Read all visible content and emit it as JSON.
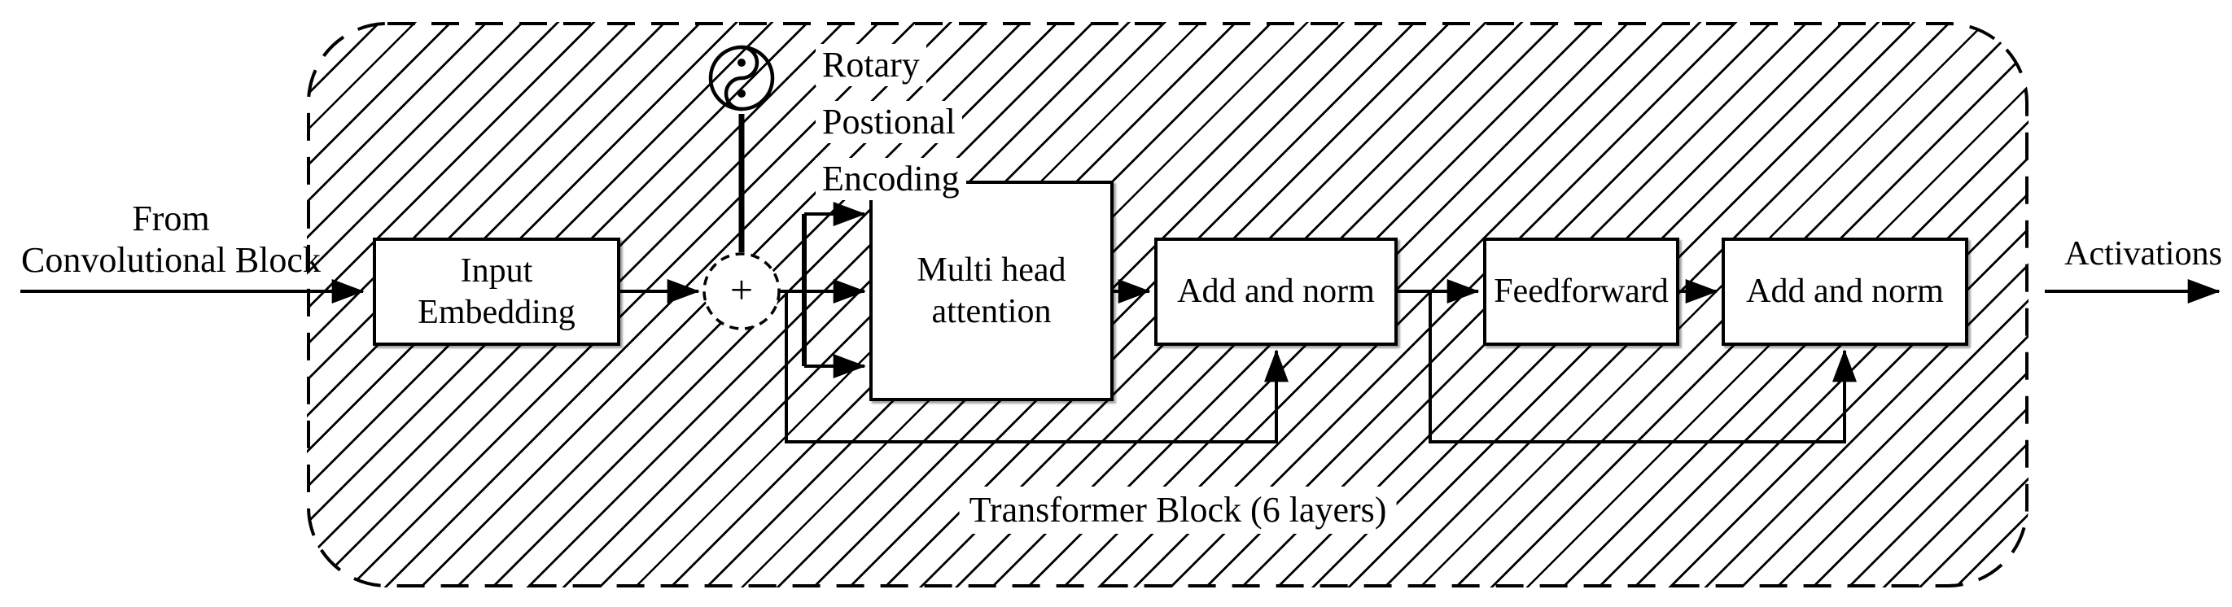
{
  "labels": {
    "from_source": "From\nConvolutional Block",
    "input_embedding": "Input\nEmbedding",
    "plus_sign": "+",
    "rotary_lines": [
      "Rotary",
      "Postional",
      "Encoding"
    ],
    "multi_head_attention": "Multi head\nattention",
    "add_and_norm_1": "Add and norm",
    "feedforward": "Feedforward",
    "add_and_norm_2": "Add and norm",
    "caption": "Transformer Block (6 layers)",
    "activations": "Activations"
  },
  "icons": {
    "rotary_symbol": "yin-yang-icon",
    "summation": "plus-in-dashed-circle"
  },
  "colors": {
    "ink": "#000000",
    "background": "#ffffff"
  }
}
